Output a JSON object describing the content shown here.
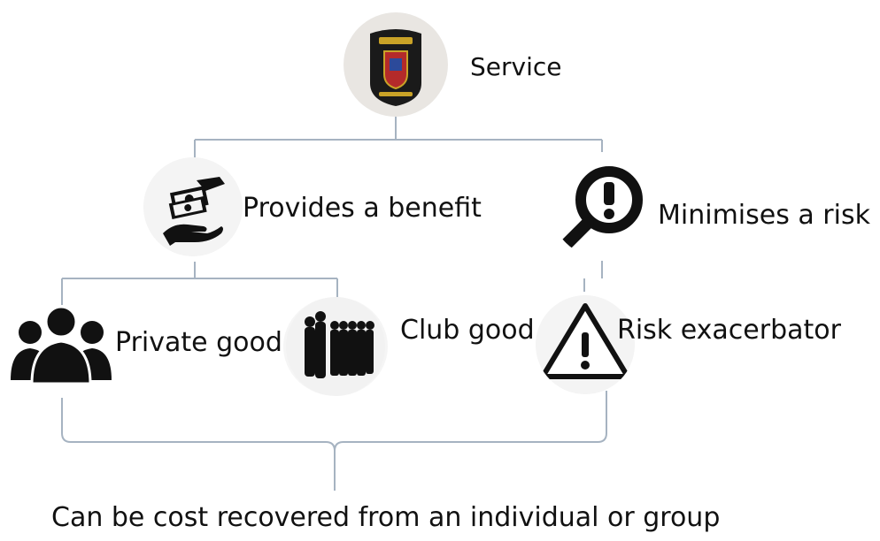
{
  "diagram": {
    "root": {
      "label": "Service",
      "icon": "crest-badge-icon"
    },
    "level1": [
      {
        "label": "Provides a benefit",
        "icon": "money-hand-icon"
      },
      {
        "label": "Minimises a risk",
        "icon": "magnifier-exclamation-icon"
      }
    ],
    "level2": [
      {
        "label": "Private good",
        "icon": "people-group-icon"
      },
      {
        "label": "Club good",
        "icon": "crowd-silhouette-icon"
      },
      {
        "label": "Risk exacerbator",
        "icon": "warning-triangle-icon"
      }
    ],
    "footer": {
      "label": "Can be cost recovered from an individual or group"
    }
  },
  "colors": {
    "connector": "#a6b3c1",
    "text": "#111111",
    "badge": "#1a1a1a",
    "badge_gold": "#c9a227",
    "badge_red": "#b42a2a"
  }
}
